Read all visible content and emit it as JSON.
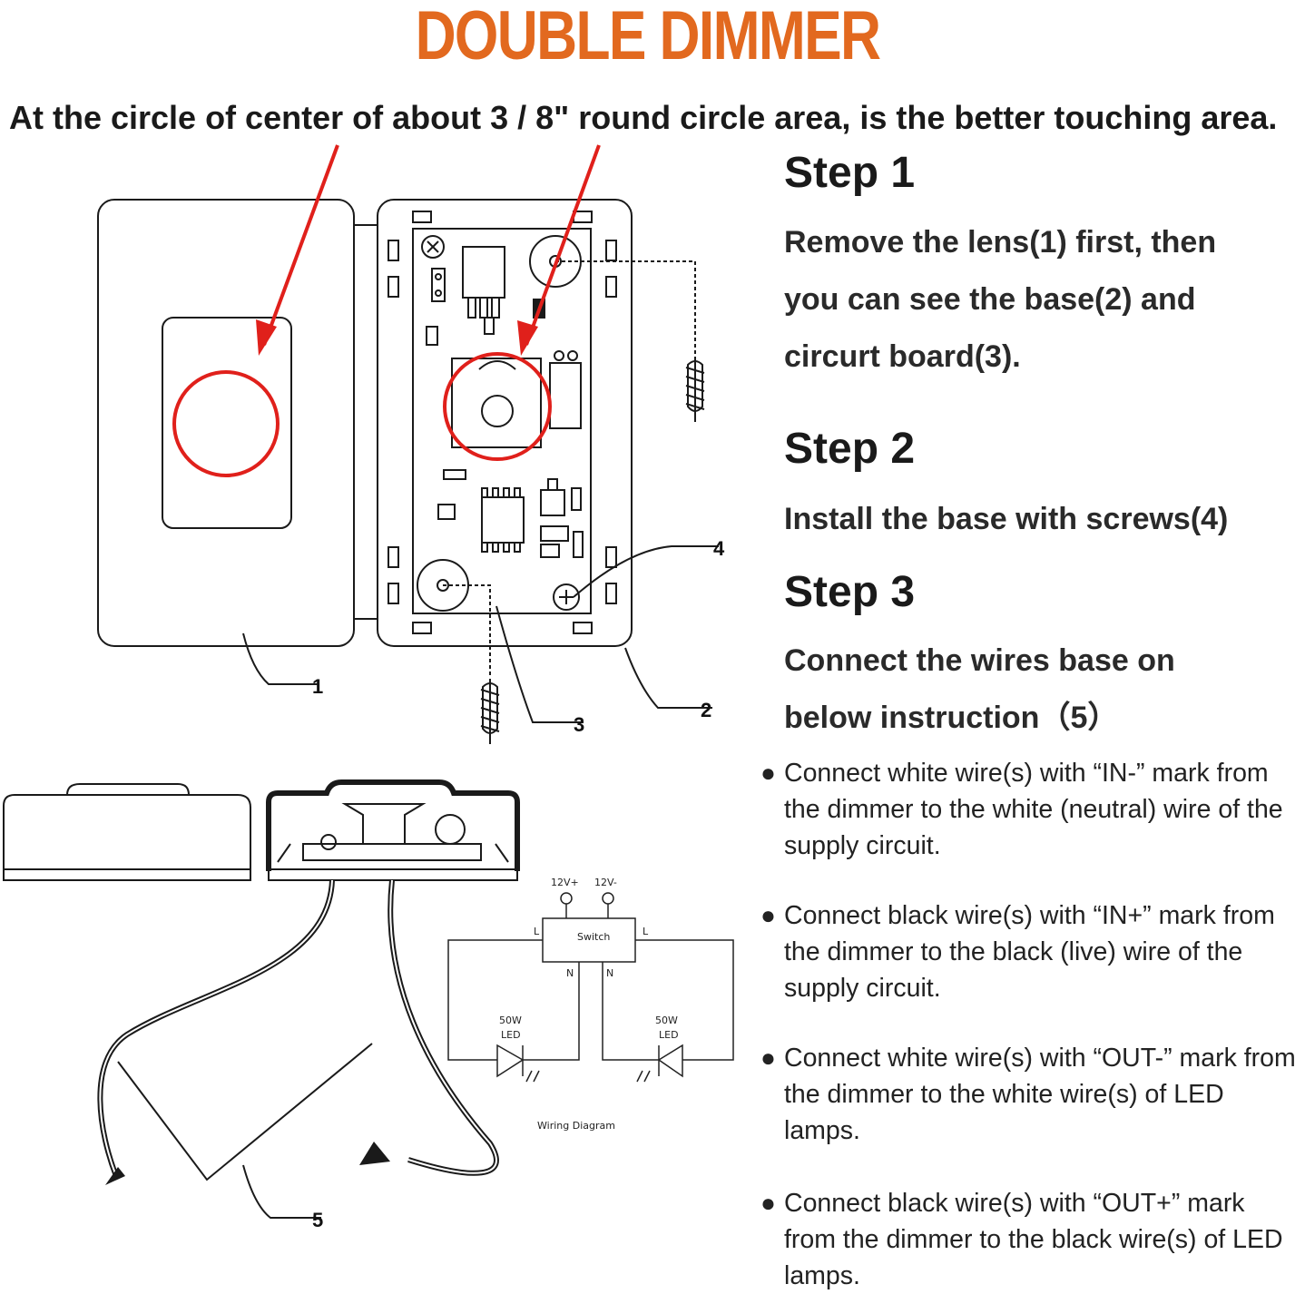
{
  "title": "DOUBLE DIMMER",
  "title_color": "#e2691f",
  "subtitle": "At the circle of center of about 3 / 8\" round circle area, is the better touching area.",
  "steps": [
    {
      "heading": "Step 1",
      "text": "Remove the lens(1) first, then you can see the base(2) and circurt board(3)."
    },
    {
      "heading": "Step 2",
      "text": "Install the base with screws(4)"
    },
    {
      "heading": "Step 3",
      "text": "Connect the wires base on below instruction（5）"
    }
  ],
  "bullets": [
    "Connect white wire(s) with “IN-” mark from the dimmer to the white (neutral) wire of the supply circuit.",
    "Connect black wire(s) with “IN+” mark from the dimmer to the black (live) wire of the supply circuit.",
    "Connect white wire(s) with “OUT-” mark from the dimmer to the white wire(s) of LED lamps.",
    "Connect black wire(s) with “OUT+” mark from the dimmer to the black wire(s) of LED lamps."
  ],
  "part_labels": {
    "lens": "1",
    "base": "2",
    "board": "3",
    "screw": "4",
    "wires": "5"
  },
  "wiring": {
    "caption": "Wiring Diagram",
    "switch": "Switch",
    "v_plus": "12V+",
    "v_minus": "12V-",
    "l_left": "L",
    "l_right": "L",
    "n_left": "N",
    "n_right": "N",
    "led_left_w": "50W",
    "led_left_t": "LED",
    "led_right_w": "50W",
    "led_right_t": "LED"
  },
  "colors": {
    "highlight": "#e0201b",
    "ink": "#1a1a1a"
  }
}
